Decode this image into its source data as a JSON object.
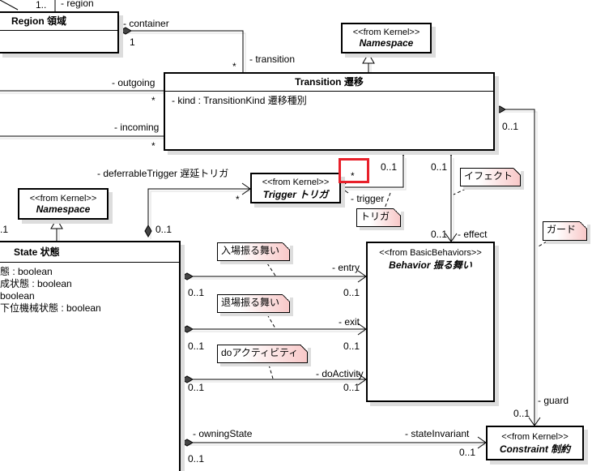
{
  "classes": {
    "region": {
      "title": "Region 領域"
    },
    "transition": {
      "title": "Transition 遷移",
      "attributes": [
        "- kind : TransitionKind 遷移種別"
      ]
    },
    "namespace_top": {
      "stereotype": "<<from Kernel>>",
      "name": "Namespace"
    },
    "namespace_left": {
      "stereotype": "<<from Kernel>>",
      "name": "Namespace"
    },
    "trigger": {
      "stereotype": "<<from Kernel>>",
      "name": "Trigger トリガ"
    },
    "state": {
      "title": "State 状態",
      "attributes": [
        "態 : boolean",
        "成状態 : boolean",
        "boolean",
        "下位機械状態 : boolean"
      ]
    },
    "behavior": {
      "stereotype": "<<from BasicBehaviors>>",
      "name": "Behavior 振る舞い"
    },
    "constraint": {
      "stereotype": "<<from Kernel>>",
      "name": "Constraint 制約"
    }
  },
  "notes": {
    "trigger": "トリガ",
    "effect": "イフェクト",
    "guard": "ガード",
    "entry": "入場振る舞い",
    "exit": "退場振る舞い",
    "doActivity": "doアクティビティ"
  },
  "labels": {
    "region_top": "- region",
    "region_mult_top": "1..",
    "container": "- container",
    "container_mult": "1",
    "transition": "- transition",
    "transition_mult": "*",
    "outgoing": "- outgoing",
    "outgoing_mult": "*",
    "incoming": "- incoming",
    "incoming_mult": "*",
    "guard_src_mult": "0..1",
    "guard": "- guard",
    "guard_mult": "0..1",
    "deferrable": "- deferrableTrigger 遅延トリガ",
    "deferrable_mult": "*",
    "deferrable_src_mult": "0..1",
    "trigger_src_mult": "0..1",
    "trigger_mult": "*",
    "trigger": "- trigger",
    "effect_src_mult": "0..1",
    "effect_mult": "0..1",
    "effect": "- effect",
    "left_mult": ".1",
    "entry": "- entry",
    "entry_src": "0..1",
    "entry_mult": "0..1",
    "exit": "- exit",
    "exit_src": "0..1",
    "exit_mult": "0..1",
    "doActivity": "- doActivity",
    "do_src": "0..1",
    "do_mult": "0..1",
    "owningState": "- owningState",
    "owning_mult": "0..1",
    "stateInvariant": "- stateInvariant",
    "invariant_mult": "0..1"
  },
  "highlight_color": "#e8202a"
}
